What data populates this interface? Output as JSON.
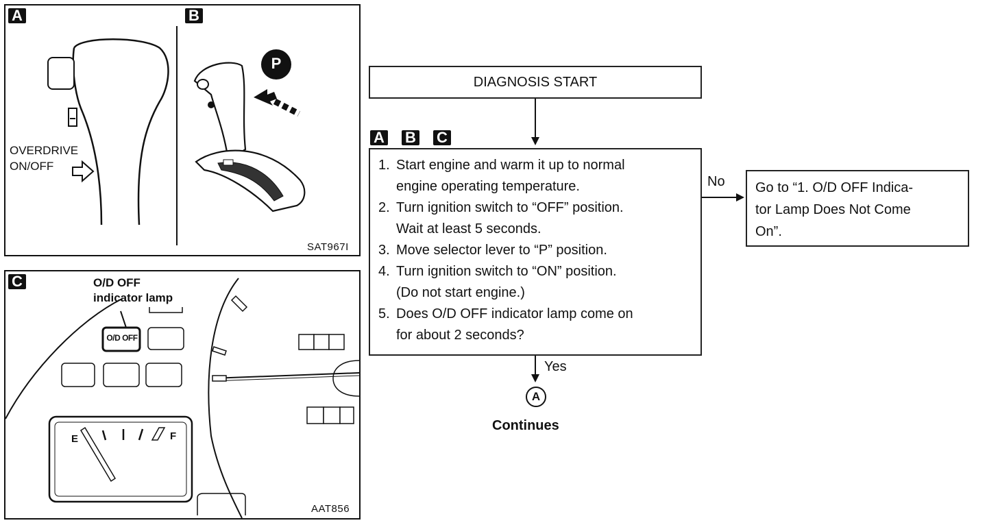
{
  "figure_top": {
    "tag_a": "A",
    "tag_b": "B",
    "overdrive_line1": "OVERDRIVE",
    "overdrive_line2": "ON/OFF",
    "p_badge": "P",
    "code": "SAT967I"
  },
  "figure_bottom": {
    "tag_c": "C",
    "callout_line1": "O/D OFF",
    "callout_line2": "indicator lamp",
    "lamp_label": "O/D OFF",
    "gauge_e": "E",
    "gauge_f": "F",
    "code": "AAT856"
  },
  "flowchart": {
    "start": "DIAGNOSIS START",
    "tags": [
      "A",
      "B",
      "C"
    ],
    "steps": [
      {
        "num": "1.",
        "lines": [
          "Start engine and warm it up to normal",
          "engine operating temperature."
        ]
      },
      {
        "num": "2.",
        "lines": [
          "Turn ignition switch to “OFF” position.",
          "Wait at least 5 seconds."
        ]
      },
      {
        "num": "3.",
        "lines": [
          "Move selector lever to “P” position."
        ]
      },
      {
        "num": "4.",
        "lines": [
          "Turn ignition switch to “ON” position.",
          "(Do not start engine.)"
        ]
      },
      {
        "num": "5.",
        "lines": [
          "Does O/D OFF indicator lamp come on",
          "for about 2 seconds?"
        ]
      }
    ],
    "no_label": "No",
    "no_target_lines": [
      "Go to “1. O/D OFF Indica-",
      "tor Lamp Does Not Come",
      "On”."
    ],
    "yes_label": "Yes",
    "connector": "A",
    "continues": "Continues"
  }
}
